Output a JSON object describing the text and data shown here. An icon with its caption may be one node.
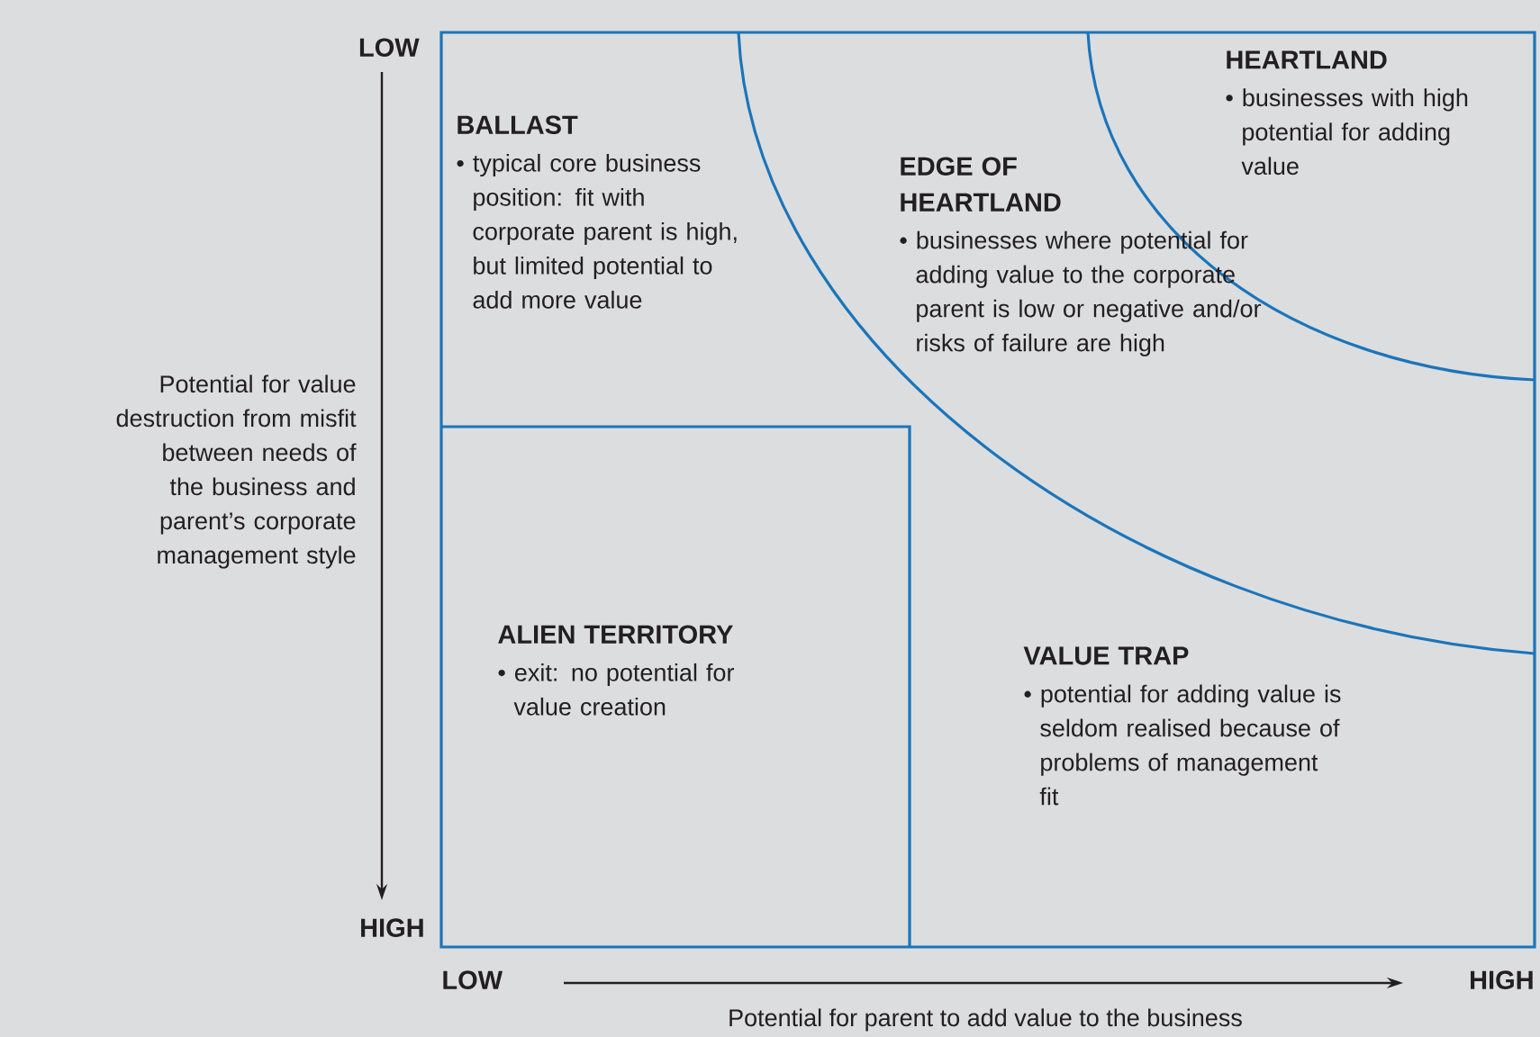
{
  "diagram": {
    "nodes": [
      {
        "text": [
          "BALLAST",
          "• typical core business position: fit with corporate parent is high, but limited potential to add more value"
        ]
      },
      {
        "text": [
          "EDGE OF HEARTLAND",
          "• businesses where potential for adding value to the corporate parent is low or negative and/or risks of failure are high"
        ]
      },
      {
        "text": [
          "HEARTLAND",
          "• businesses with high potential for adding value"
        ]
      },
      {
        "text": [
          "ALIEN TERRITORY",
          "• exit: no potential for value creation"
        ]
      },
      {
        "text": [
          "VALUE TRAP",
          "• potential for adding value is seldom realised because of problems of management fit"
        ]
      }
    ],
    "labels": [
      "LOW",
      "Potential for value destruction from misfit between needs of the business and parent’s corporate management style",
      "HIGH",
      "LOW",
      "HIGH",
      "Potential for parent to add value to the business"
    ]
  }
}
